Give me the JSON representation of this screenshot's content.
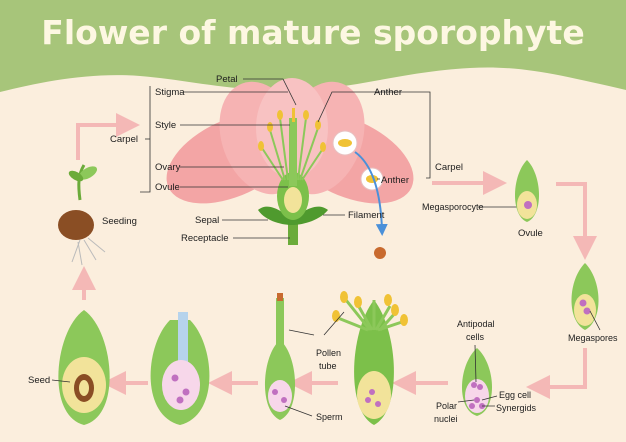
{
  "title": "Flower of mature sporophyte",
  "colors": {
    "header": "#a7c57a",
    "background": "#fbeedd",
    "arrow": "#f4b8b6",
    "stem": "#6bab3a",
    "petal": "#f3a5a5",
    "anther": "#f0c235",
    "embryo_sac": "#f7d7ea",
    "cell": "#c070c0"
  },
  "labels": {
    "petal": "Petal",
    "stigma": "Stigma",
    "style": "Style",
    "ovary": "Ovary",
    "ovule": "Ovule",
    "anther_top": "Anther",
    "anther_side": "Anther",
    "sepal": "Sepal",
    "receptacle": "Receptacle",
    "filament": "Filament",
    "carpel_left": "Carpel",
    "carpel_right": "Carpel",
    "seeding": "Seeding",
    "megasporocyte": "Megasporocyte",
    "ovule_stage": "Ovule",
    "megaspores": "Megaspores",
    "antipodal_1": "Antipodal",
    "antipodal_2": "cells",
    "egg_cell": "Egg  cell",
    "synergids": "Synergids",
    "polar_1": "Polar",
    "polar_2": "nuclei",
    "pollen_1": "Pollen",
    "pollen_2": "tube",
    "sperm": "Sperm",
    "seed": "Seed"
  }
}
